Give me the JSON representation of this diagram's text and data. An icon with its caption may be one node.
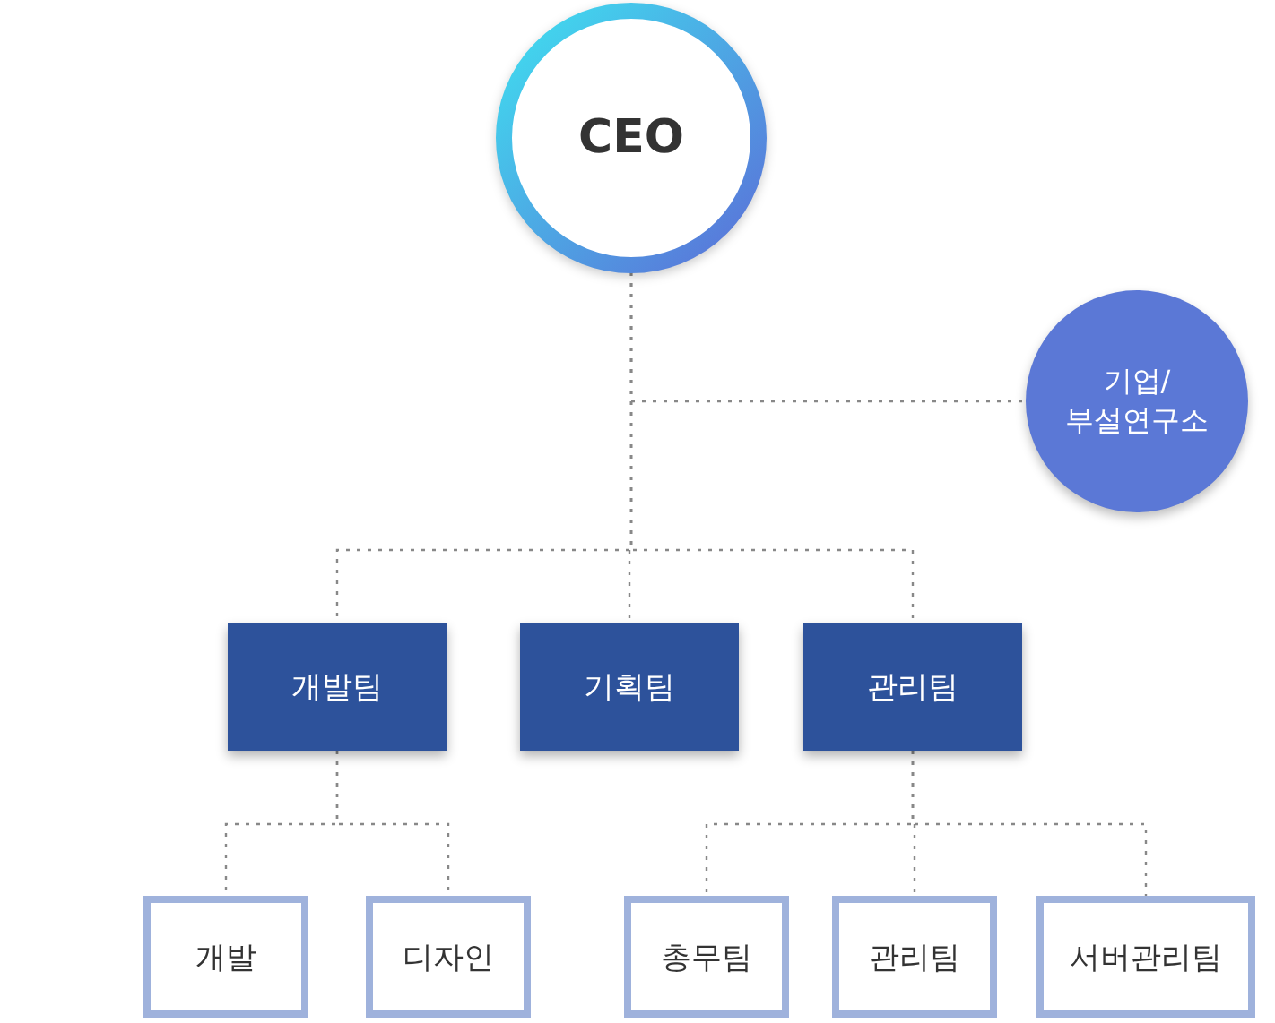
{
  "diagram": {
    "nodes": [
      {
        "text": [
          "CEO"
        ]
      },
      {
        "text": [
          "기업/ 부설연구소"
        ]
      },
      {
        "text": [
          "개발팀"
        ]
      },
      {
        "text": [
          "기획팀"
        ]
      },
      {
        "text": [
          "관리팀"
        ]
      },
      {
        "text": [
          "개발"
        ]
      },
      {
        "text": [
          "디자인"
        ]
      },
      {
        "text": [
          "총무팀"
        ]
      },
      {
        "text": [
          "관리팀"
        ]
      },
      {
        "text": [
          "서버관리팀"
        ]
      }
    ],
    "edges": [
      {
        "from": 0,
        "to": 1,
        "arrow": "none",
        "style": "dashed"
      },
      {
        "from": 0,
        "to": 2,
        "arrow": "none",
        "style": "dashed"
      },
      {
        "from": 0,
        "to": 3,
        "arrow": "none",
        "style": "dashed"
      },
      {
        "from": 0,
        "to": 4,
        "arrow": "none",
        "style": "dashed"
      },
      {
        "from": 2,
        "to": 5,
        "arrow": "none",
        "style": "dashed"
      },
      {
        "from": 2,
        "to": 6,
        "arrow": "none",
        "style": "dashed"
      },
      {
        "from": 4,
        "to": 7,
        "arrow": "none",
        "style": "dashed"
      },
      {
        "from": 4,
        "to": 8,
        "arrow": "none",
        "style": "dashed"
      },
      {
        "from": 4,
        "to": 9,
        "arrow": "none",
        "style": "dashed"
      }
    ]
  }
}
